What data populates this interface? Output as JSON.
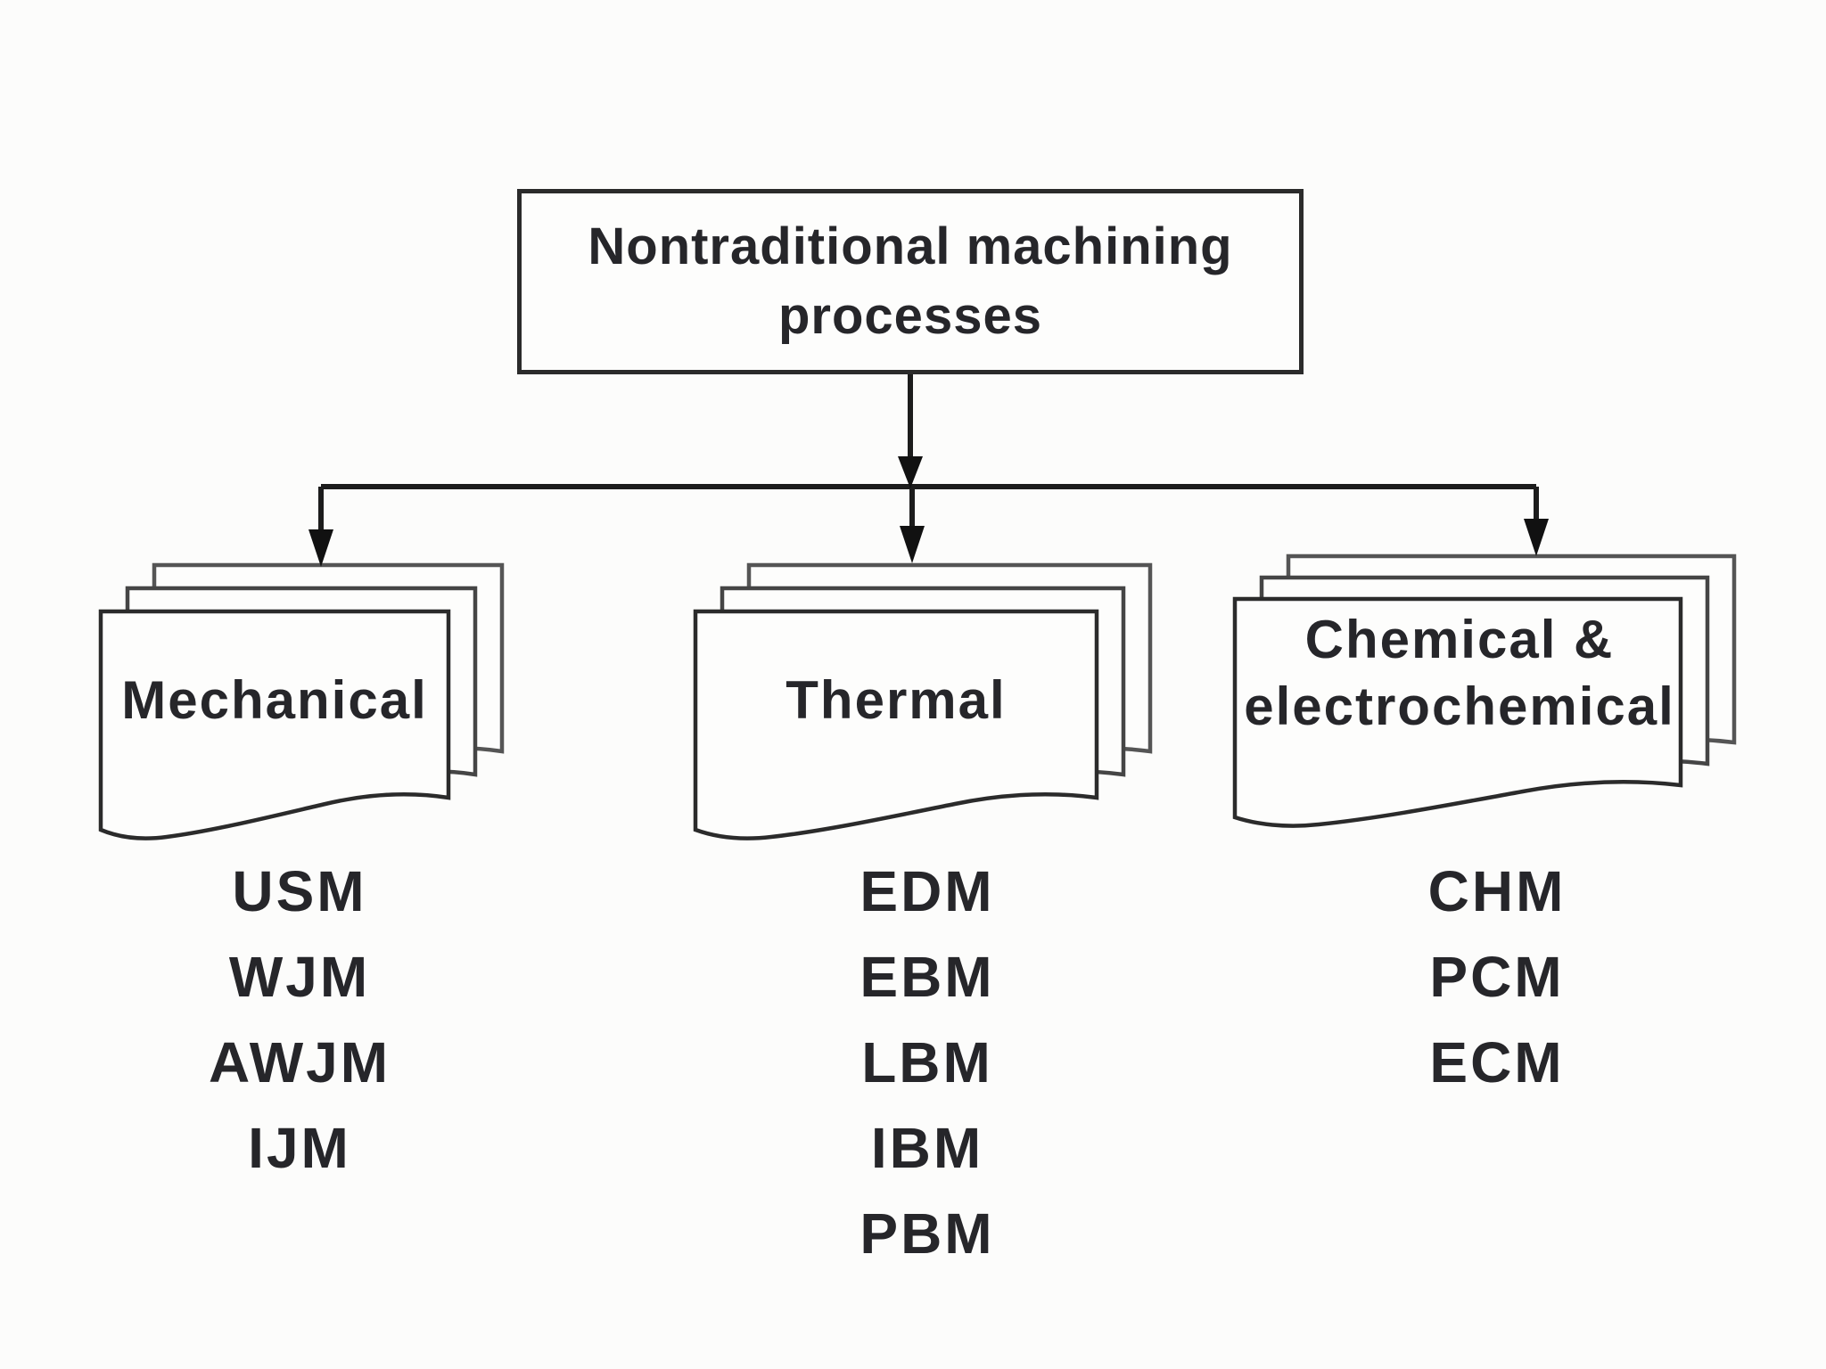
{
  "diagram": {
    "root_label": "Nontraditional machining processes",
    "columns": [
      {
        "label": "Mechanical",
        "items": [
          "USM",
          "WJM",
          "AWJM",
          "IJM"
        ]
      },
      {
        "label": "Thermal",
        "items": [
          "EDM",
          "EBM",
          "LBM",
          "IBM",
          "PBM"
        ]
      },
      {
        "label": "Chemical & electrochemical",
        "items": [
          "CHM",
          "PCM",
          "ECM"
        ]
      }
    ],
    "colors": {
      "line": "#1c1c1c",
      "text": "#26262a",
      "sheet_fill": "#fdfdfc",
      "sheet_stroke": "#2b2b2b",
      "back_sheet_stroke": "#555555",
      "background": "#fcfcfb"
    }
  }
}
